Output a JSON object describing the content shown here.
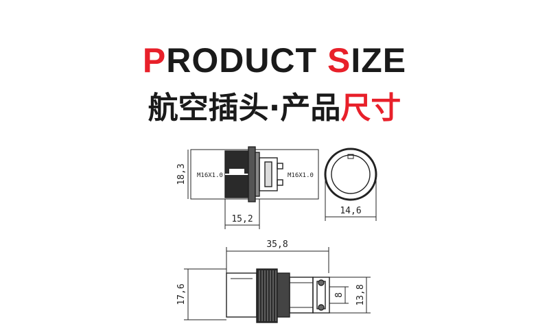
{
  "title": {
    "en_accent1": "P",
    "en_part1": "RODUCT ",
    "en_accent2": "S",
    "en_part2": "IZE",
    "cn_part1": "航空插头·产品",
    "cn_accent": "尺寸"
  },
  "colors": {
    "accent": "#e8202a",
    "text": "#1a1a1a",
    "line": "#222222"
  },
  "drawings": {
    "side_view": {
      "thread_left": "M16X1.0",
      "thread_right": "M16X1.0",
      "height": "18,3",
      "width": "15,2"
    },
    "front_view": {
      "diameter": "14,6"
    },
    "bottom_view": {
      "length": "35,8",
      "diameter": "17,6",
      "tail_height": "13,8",
      "tail_inner": "8"
    }
  }
}
